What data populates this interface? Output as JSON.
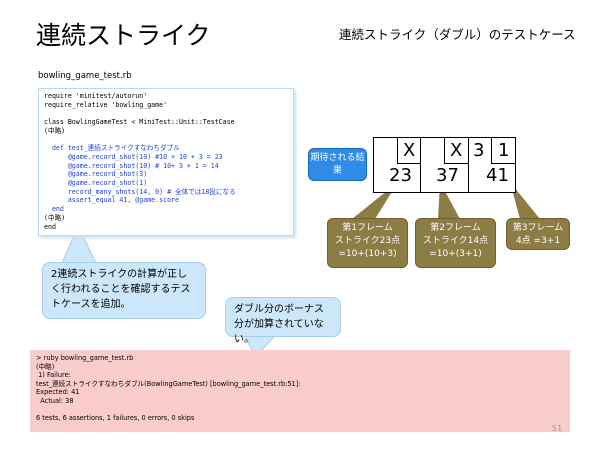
{
  "title": "連続ストライク",
  "subtitle": "連続ストライク（ダブル）のテストケース",
  "filename": "bowling_game_test.rb",
  "code": {
    "line1": "require 'minitest/autorun'",
    "line2": "require_relative 'bowling_game'",
    "line3": "class BowlingGameTest < MiniTest::Unit::TestCase",
    "line4": "(中略)",
    "line5": "  def test_連続ストライクすなわちダブル",
    "line6": "      @game.record_shot(10) #10 + 10 + 3 = 23",
    "line7": "      @game.record_shot(10) # 10+ 3 + 1 = 14",
    "line8": "      @game.record_shot(3)",
    "line9": "      @game.record_shot(1)",
    "line10": "      record_many_shots(14, 0) # 全体では18投になる",
    "line11": "      assert_equal 41, @game.score",
    "line12": "  end",
    "line13": "(中略)",
    "line14": "end"
  },
  "callout1": "2連続ストライクの計算が正しく行われることを確認するテストケースを追加。",
  "callout2": "ダブル分のボーナス分が加算されていない。",
  "expected_label": "期待される結果",
  "score": {
    "marks": [
      "X",
      "X",
      "3",
      "1"
    ],
    "totals": [
      "23",
      "37",
      "41"
    ]
  },
  "notes": [
    {
      "l1": "第1フレーム",
      "l2": "ストライク23点",
      "l3": "=10+(10+3)"
    },
    {
      "l1": "第2フレーム",
      "l2": "ストライク14点",
      "l3": "=10+(3+1)"
    },
    {
      "l1": "第3フレーム",
      "l2": "4点 =3+1"
    }
  ],
  "output": {
    "line1": "> ruby bowling_game_test.rb",
    "line2": "(中略)",
    "line3": " 1) Failure:",
    "line4": "test_連続ストライクすなわちダブル(BowlingGameTest) [bowling_game_test.rb:51]:",
    "line5": "Expected: 41",
    "line6": "  Actual: 38",
    "line7": "6 tests, 6 assertions, 1 failures, 0 errors, 0 skips"
  },
  "page_number": "51"
}
